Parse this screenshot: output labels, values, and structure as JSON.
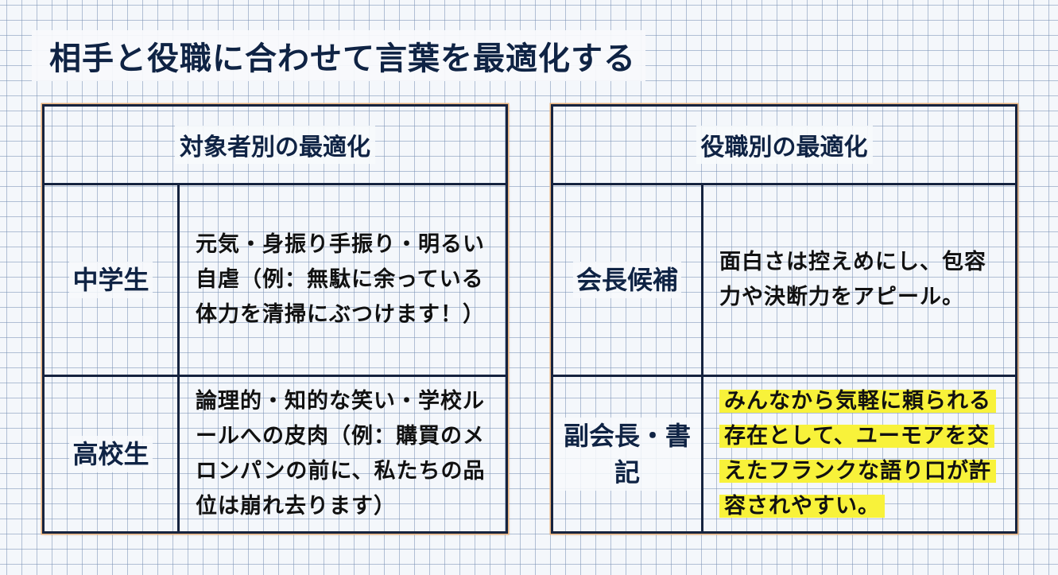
{
  "title": "相手と役職に合わせて言葉を最適化する",
  "colors": {
    "heading": "#0f2344",
    "border": "#15233f",
    "border_glow": "#e7b07a",
    "highlight": "#f8f23a",
    "background": "#f4f7fb",
    "grid": "#7891b4"
  },
  "left_panel": {
    "header": "対象者別の最適化",
    "rows": [
      {
        "label": "中学生",
        "text": "元気・身振り手振り・明るい自虐（例：無駄に余っている体力を清掃にぶつけます！）"
      },
      {
        "label": "高校生",
        "text": "論理的・知的な笑い・学校ルールへの皮肉（例：購買のメロンパンの前に、私たちの品位は崩れ去ります）"
      }
    ]
  },
  "right_panel": {
    "header": "役職別の最適化",
    "rows": [
      {
        "label": "会長候補",
        "text": "面白さは控えめにし、包容力や決断力をアピール。"
      },
      {
        "label": "副会長・書記",
        "text": "みんなから気軽に頼られる存在として、ユーモアを交えたフランクな語り口が許容されやすい。",
        "highlighted": true
      }
    ]
  }
}
